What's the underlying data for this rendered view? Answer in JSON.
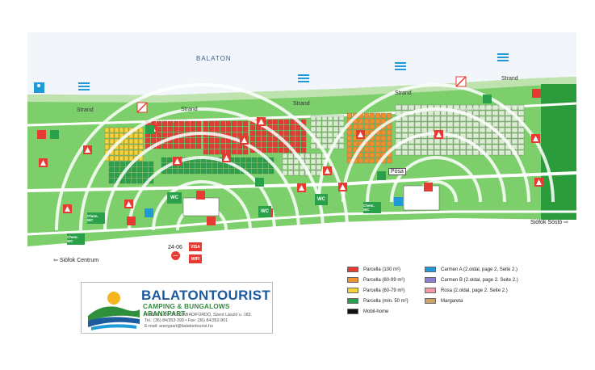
{
  "map": {
    "lake": "BALATON",
    "strand_labels": [
      "Strand",
      "Strand",
      "Strand",
      "Strand",
      "Strand"
    ],
    "places": {
      "left_direction": "Siófok Centrum",
      "right_direction": "Siófok Sóstó",
      "street_sign": "Pósa",
      "number_sign": "24-06"
    },
    "facilities": {
      "wc": "WC",
      "chem_wc": "Chem. WC",
      "visa": "VISA",
      "wifi": "WIFI"
    },
    "colors": {
      "lake": "#f2f5fa",
      "grass": "#7ccf6a",
      "dark_grass": "#2c9b3b",
      "road": "#e6efe2",
      "white_road": "#ffffff",
      "plot_red": "#e53b33",
      "plot_orange": "#f0902e",
      "plot_yellow": "#f5d33b",
      "plot_green": "#2aa04a",
      "plot_pale": "#d9edd0",
      "rosa": "#f39aa7",
      "margareta": "#cda36a",
      "carmen_a": "#1f9ad6",
      "carmen_b": "#8a7fd0",
      "wifi_arc": "#ffffff"
    }
  },
  "legend": {
    "left": [
      {
        "label": "Parcella (100 m²)",
        "color": "#e53b33"
      },
      {
        "label": "Parcella (80-99 m²)",
        "color": "#f0902e"
      },
      {
        "label": "Parcella (60-79 m²)",
        "color": "#f5d33b"
      },
      {
        "label": "Parcella (min. 50 m²)",
        "color": "#2aa04a"
      },
      {
        "label": "Mobil-home",
        "color": "#111111"
      }
    ],
    "right": [
      {
        "label": "Carmen A (2.oldal, page 2, Seite 2.)",
        "color": "#1f9ad6"
      },
      {
        "label": "Carmen B (2.oldal, page 2. Seite 2.)",
        "color": "#8a7fd0"
      },
      {
        "label": "Rosa (2.oldal, page 2. Seite 2.)",
        "color": "#f39aa7"
      },
      {
        "label": "Margareta",
        "color": "#cda36a"
      }
    ]
  },
  "logo": {
    "name": "BALATONTOURIST",
    "subtitle": "CAMPING & BUNGALOWS ARANYPART",
    "address": "H-8604 SIÓFOK-SZABADIFÜRDŐ, Szent László u. 183.",
    "phone": "Tel.: (36) 84/353-399 • Fax: (36) 84/352-801",
    "email": "E-mail: aranypart@balatontourist.hu"
  }
}
